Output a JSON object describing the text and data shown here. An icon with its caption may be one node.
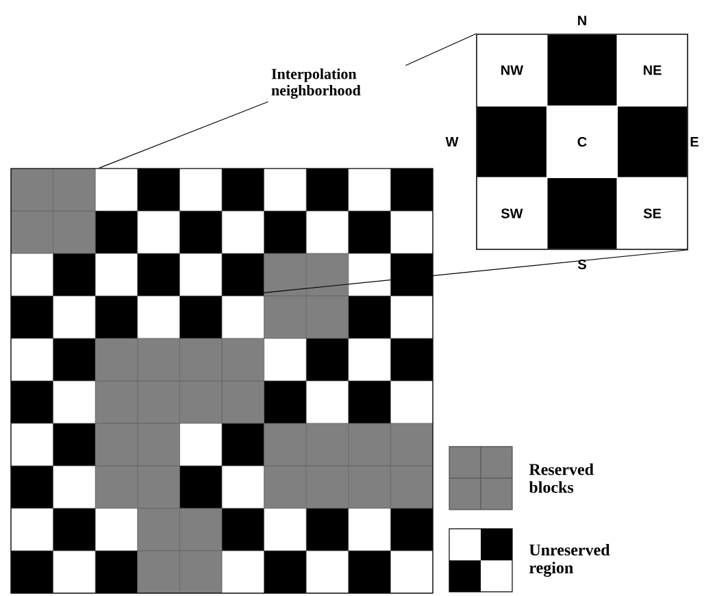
{
  "diagram": {
    "nodes": [
      {
        "text": [
          "Interpolation neighborhood"
        ]
      },
      {
        "text": [],
        "shape": "box"
      },
      {
        "text": [
          "NW"
        ],
        "in": 1
      },
      {
        "text": [],
        "shape": "box",
        "in": 1
      },
      {
        "text": [
          "NE"
        ],
        "in": 1
      },
      {
        "text": [],
        "shape": "box",
        "in": 1
      },
      {
        "text": [
          "C"
        ],
        "in": 1
      },
      {
        "text": [],
        "shape": "box",
        "in": 1
      },
      {
        "text": [
          "SW"
        ],
        "in": 1
      },
      {
        "text": [],
        "shape": "box",
        "in": 1
      },
      {
        "text": [
          "SE"
        ],
        "in": 1
      },
      {
        "text": [],
        "shape": "picture"
      }
    ],
    "edges": [
      {
        "from": 0,
        "to": 1,
        "arrow": "none"
      },
      {
        "from": 0,
        "to": 11,
        "arrow": "none"
      },
      {
        "from": 1,
        "to": 11,
        "arrow": "none"
      }
    ],
    "labels": [
      "N",
      "W",
      "E",
      "S"
    ],
    "legend": [
      {
        "text": "Reserved blocks",
        "color": "#808080"
      },
      {
        "text": "Unreserved region"
      }
    ]
  }
}
